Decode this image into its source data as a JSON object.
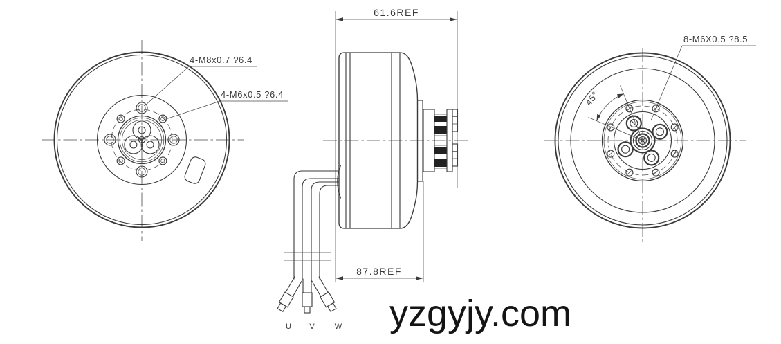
{
  "annotations": {
    "front_m8_tap": "4-M8x0.7 ?6.4",
    "front_m6_tap": "4-M6x0.5 ?6.4",
    "rear_m6_tap": "8-M6X0.5 ?8.5",
    "bolt_angle": "45°",
    "length_top_ref": "61.6REF",
    "length_bottom_ref": "87.8REF"
  },
  "wire_labels": [
    "U",
    "V",
    "W"
  ],
  "watermark": "yzgyjy.com",
  "colors": {
    "line": "#3a3a3a",
    "background": "#ffffff",
    "watermark": "#141414",
    "stud_fill": "#222222"
  }
}
